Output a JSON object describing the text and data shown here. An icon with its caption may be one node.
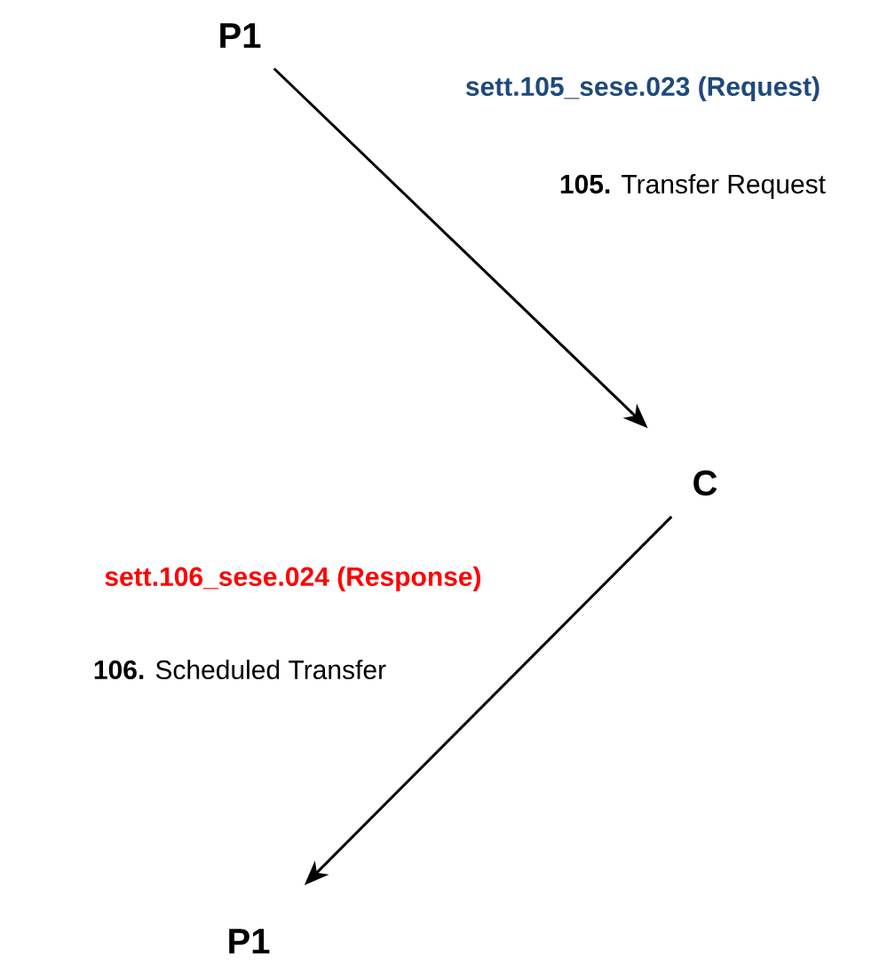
{
  "diagram": {
    "nodes": [
      {
        "text": [
          "P1"
        ]
      },
      {
        "text": [
          "C"
        ]
      },
      {
        "text": [
          "P1"
        ]
      }
    ],
    "edges": [
      {
        "from": 0,
        "to": 1,
        "arrow": "to",
        "label": "**105.** Transfer Request"
      },
      {
        "from": 1,
        "to": 2,
        "arrow": "to",
        "label": "**106.** Scheduled Transfer"
      }
    ],
    "labels": [
      "sett.105_sese.023 (Request)",
      "sett.106_sese.024 (Response)"
    ]
  }
}
